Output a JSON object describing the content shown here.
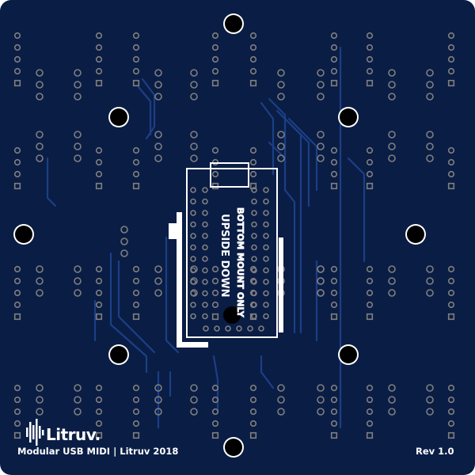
{
  "board": {
    "substrate_color": "#0a1d45",
    "trace_color": "#1b3f86",
    "pad_color": "#7f7f7f",
    "hole_color": "#ffffff",
    "silk_color": "#ffffff"
  },
  "logo": {
    "text": "Litruv.",
    "icon": "waveform-icon"
  },
  "footer": {
    "left_label": "Modular USB MIDI | Litruv 2018",
    "revision": "Rev 1.0"
  },
  "module": {
    "orientation_label": "UPSIDE DOWN",
    "mount_note": "BOTTOM MOUNT ONLY"
  }
}
